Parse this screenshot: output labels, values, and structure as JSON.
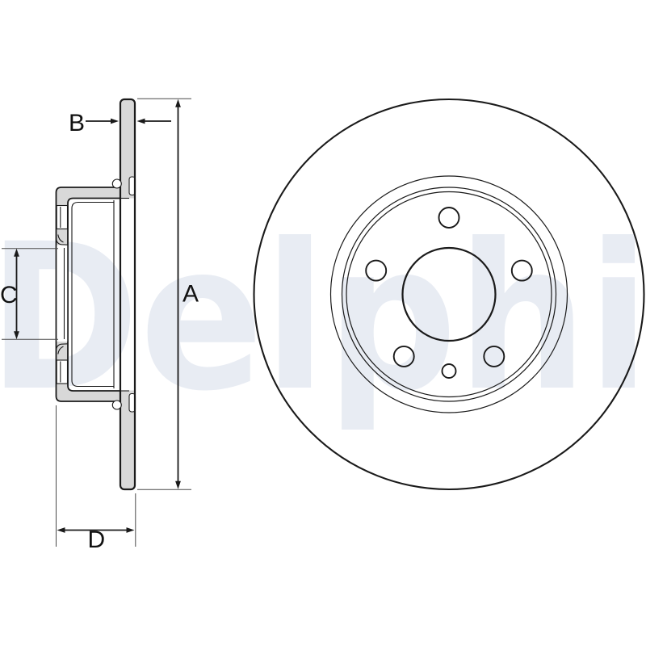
{
  "watermark": {
    "text": "Delphi",
    "color": "#e8ecf3"
  },
  "dimensions": {
    "a": "A",
    "b": "B",
    "c": "C",
    "d": "D"
  },
  "colors": {
    "line": "#1a1a1a",
    "section_fill": "#d8d8d8",
    "background": "#ffffff"
  }
}
